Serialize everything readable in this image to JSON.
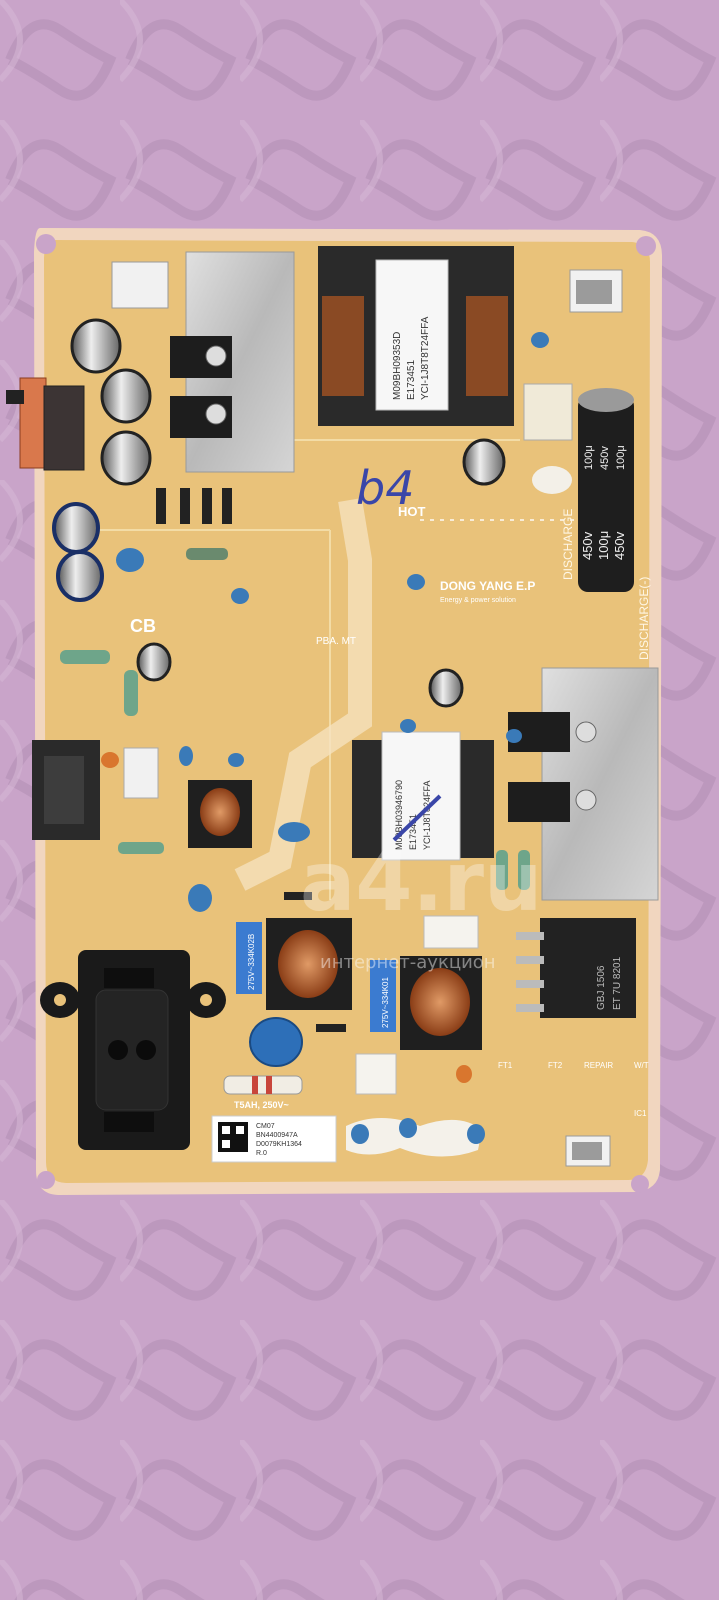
{
  "photo": {
    "subject": "tv-power-supply-board",
    "background": "pink-patterned-towel"
  },
  "labels": {
    "handwritten": "b4",
    "logo": "DONG YANG E.P",
    "logo_sub": "Energy & power solution",
    "discharge_right": "DISCHARGE(-)",
    "discharge_mid": "DISCHARGE",
    "hot": "HOT",
    "cold": "CB",
    "pba_mt": "PBA. MT",
    "fuse_note": "T5AH, 250V~",
    "main_cap": [
      "450v",
      "100μ",
      "450v",
      "100μ",
      "450v",
      "100μ"
    ],
    "transformer_top": [
      "M09BH09353D",
      "E173451",
      "YCI-1J8T8T24FFA"
    ],
    "transformer_mid": [
      "M09BH03946790",
      "E173451",
      "YCI-1J8T824FFA"
    ],
    "rectifier": [
      "GBJ 1506",
      "ET 7U 8201"
    ],
    "x_cap_left": "275V~334K02B",
    "x_cap_right": "275V~334K01",
    "sticker": [
      "CM07",
      "BN4400947A",
      "D0079KH1364",
      "R.0"
    ],
    "watermark_lines": [
      "a4.ru",
      "интернет-аукцион"
    ],
    "test_points": [
      "FT1",
      "FT2",
      "REPAIR",
      "W/T"
    ],
    "ic_label": "IC1"
  },
  "colors": {
    "background": "#c9a4c9",
    "pcb": "#e9c27a",
    "pcb_edge": "#f2d9c0",
    "heatsink": "#c8c8c8",
    "copper": "#b8632e",
    "blue_component": "#3a7ab8",
    "capacitor_body": "#222222"
  }
}
